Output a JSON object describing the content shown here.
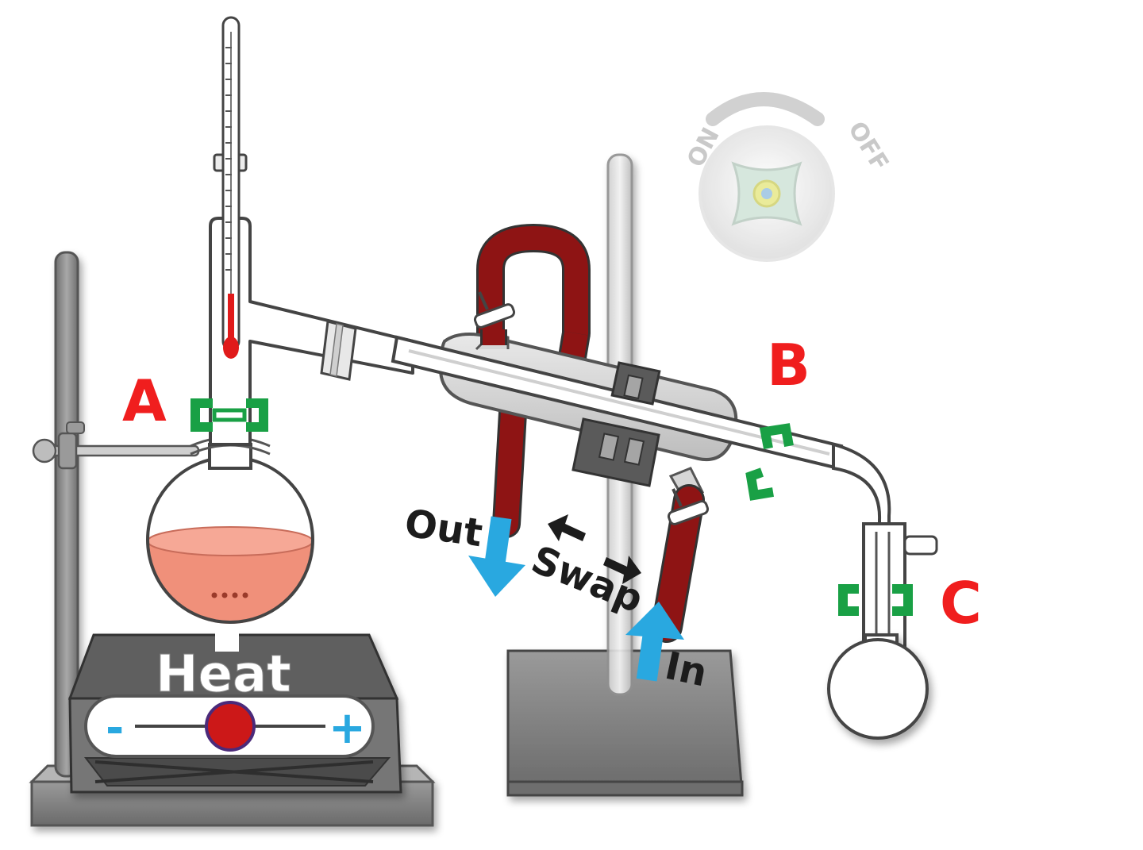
{
  "labels": {
    "a": "A",
    "b": "B",
    "c": "C",
    "out": "Out",
    "in": "In",
    "swap": "Swap",
    "heat": "Heat",
    "on": "ON",
    "off": "OFF",
    "minus": "-",
    "plus": "+"
  },
  "colors": {
    "label_red": "#f01e1e",
    "clamp_green": "#19a045",
    "tubing_red": "#8e1414",
    "water_arrow_blue": "#29a8e0",
    "liquid_salmon": "#f0907a",
    "heat_knob_red": "#cc1818",
    "stand_gray": "#8a8a8a"
  },
  "controls": {
    "heat_level": 0.5
  },
  "icons": [
    "heat-arrow-icon",
    "swap-arrow-icon",
    "water-in-arrow-icon",
    "water-out-arrow-icon",
    "power-knob-icon"
  ]
}
